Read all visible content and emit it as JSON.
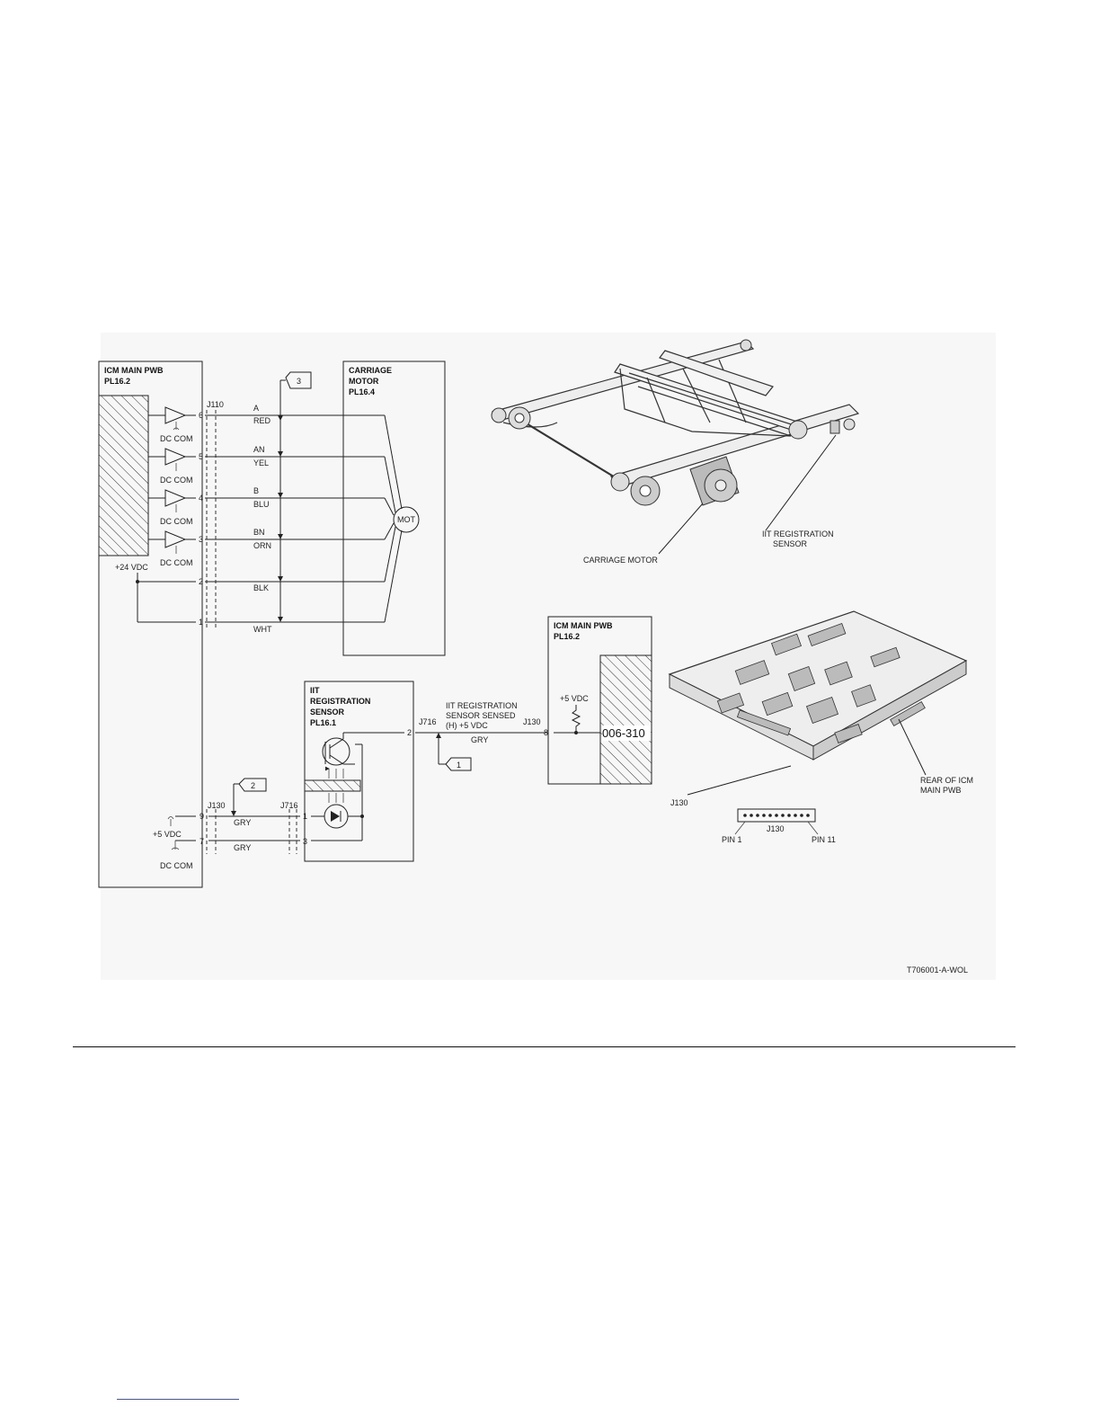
{
  "schematic": {
    "icm_main_pwb": {
      "title": "ICM MAIN PWB",
      "pl": "PL16.2"
    },
    "carriage_motor": {
      "title_line1": "CARRIAGE",
      "title_line2": "MOTOR",
      "pl": "PL16.4"
    },
    "connector_j110": "J110",
    "connector_j130": "J130",
    "connector_j716": "J716",
    "motor_symbol": "MOT",
    "dc_com": "DC COM",
    "plus24": "+24 VDC",
    "plus5": "+5 VDC",
    "wires": [
      {
        "pin": "6",
        "signal": "A",
        "color": "RED"
      },
      {
        "pin": "5",
        "signal": "AN",
        "color": "YEL"
      },
      {
        "pin": "4",
        "signal": "B",
        "color": "BLU"
      },
      {
        "pin": "3",
        "signal": "BN",
        "color": "ORN"
      },
      {
        "pin": "2",
        "signal": "",
        "color": "BLK"
      },
      {
        "pin": "1",
        "signal": "",
        "color": "WHT"
      }
    ],
    "flags": [
      "3",
      "2",
      "1"
    ],
    "sensor": {
      "line1": "IIT",
      "line2": "REGISTRATION",
      "line3": "SENSOR",
      "pl": "PL16.1"
    },
    "lower_pins": {
      "j130_pin9": "9",
      "j130_pin7": "7",
      "j716_pin1": "1",
      "j716_pin3": "3",
      "j716_pin2": "2",
      "j130_pin8": "8"
    },
    "gry": "GRY",
    "signal_label": {
      "line1": "IIT REGISTRATION",
      "line2": "SENSOR SENSED",
      "line3": "(H) +5 VDC"
    },
    "pwb2": {
      "title": "ICM MAIN PWB",
      "pl": "PL16.2",
      "code": "006-310"
    }
  },
  "illustrations": {
    "carriage_motor_label": "CARRIAGE MOTOR",
    "iit_sensor_label_line1": "IIT REGISTRATION",
    "iit_sensor_label_line2": "SENSOR",
    "rear_label_line1": "REAR OF ICM",
    "rear_label_line2": "MAIN PWB",
    "j130_label": "J130",
    "pin1": "PIN 1",
    "pin11": "PIN 11",
    "connector_name": "J130"
  },
  "figure_id": "T706001-A-WOL"
}
